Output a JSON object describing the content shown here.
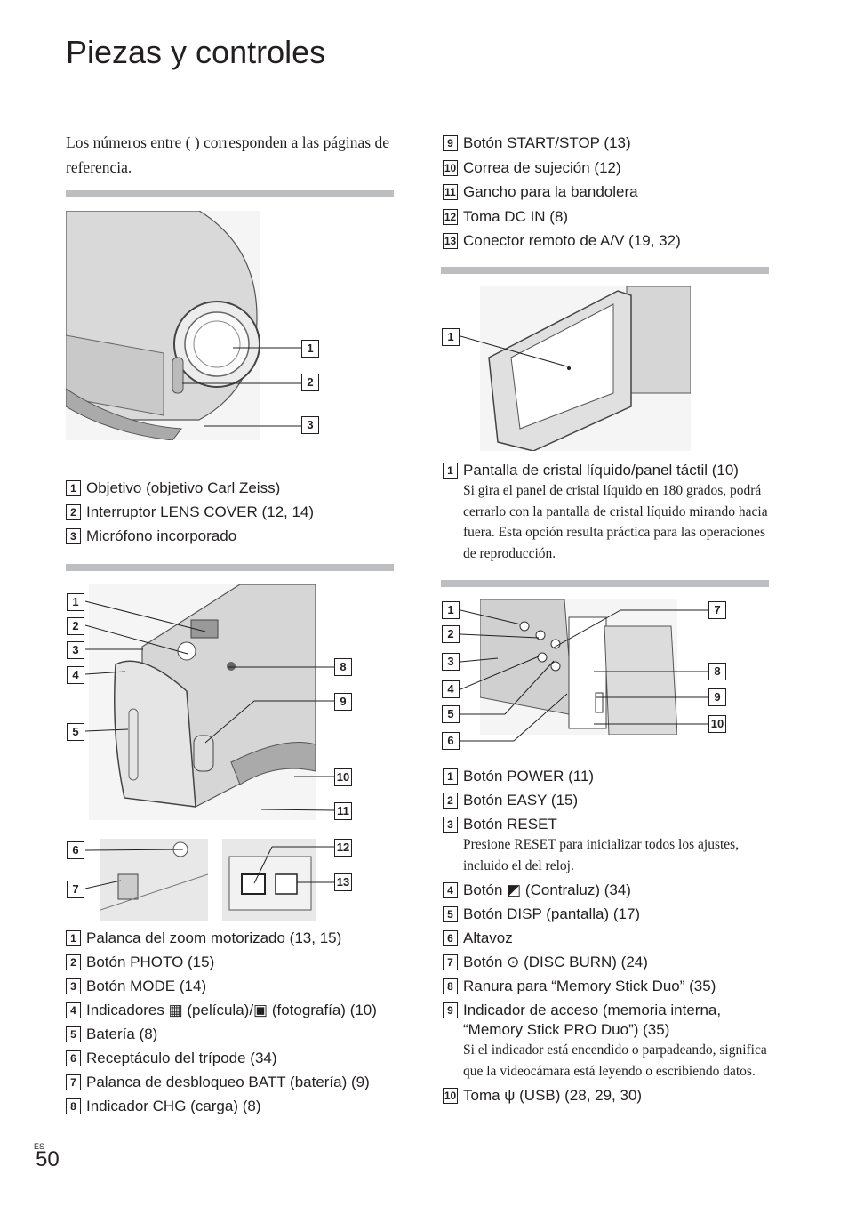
{
  "page": {
    "title": "Piezas y controles",
    "intro": "Los números entre ( ) corresponden a las páginas de referencia.",
    "lang": "ES",
    "number": "50"
  },
  "section1": {
    "items": [
      {
        "n": "1",
        "text": "Objetivo (objetivo Carl Zeiss)"
      },
      {
        "n": "2",
        "text": "Interruptor LENS COVER (12, 14)"
      },
      {
        "n": "3",
        "text": "Micrófono incorporado"
      }
    ]
  },
  "section2": {
    "items": [
      {
        "n": "1",
        "text": "Palanca del zoom motorizado (13, 15)"
      },
      {
        "n": "2",
        "text": "Botón PHOTO (15)"
      },
      {
        "n": "3",
        "text": "Botón MODE (14)"
      },
      {
        "n": "4",
        "text": "Indicadores ▦ (película)/▣ (fotografía) (10)"
      },
      {
        "n": "5",
        "text": "Batería (8)"
      },
      {
        "n": "6",
        "text": "Receptáculo del trípode (34)"
      },
      {
        "n": "7",
        "text": "Palanca de desbloqueo BATT (batería) (9)"
      },
      {
        "n": "8",
        "text": "Indicador CHG (carga) (8)"
      },
      {
        "n": "9",
        "text": "Botón START/STOP (13)"
      },
      {
        "n": "10",
        "text": "Correa de sujeción (12)"
      },
      {
        "n": "11",
        "text": "Gancho para la bandolera"
      },
      {
        "n": "12",
        "text": "Toma DC IN (8)"
      },
      {
        "n": "13",
        "text": "Conector remoto de A/V (19, 32)"
      }
    ]
  },
  "section3": {
    "items": [
      {
        "n": "1",
        "text": "Pantalla de cristal líquido/panel táctil (10)",
        "note": "Si gira el panel de cristal líquido en 180 grados, podrá cerrarlo con la pantalla de cristal líquido mirando hacia fuera. Esta opción resulta práctica para las operaciones de reproducción."
      }
    ]
  },
  "section4": {
    "items": [
      {
        "n": "1",
        "text": "Botón POWER (11)"
      },
      {
        "n": "2",
        "text": "Botón EASY (15)"
      },
      {
        "n": "3",
        "text": "Botón RESET",
        "note": "Presione RESET para inicializar todos los ajustes, incluido el del reloj."
      },
      {
        "n": "4",
        "text": "Botón ◩ (Contraluz) (34)"
      },
      {
        "n": "5",
        "text": "Botón DISP (pantalla) (17)"
      },
      {
        "n": "6",
        "text": "Altavoz"
      },
      {
        "n": "7",
        "text": "Botón ⊙ (DISC BURN) (24)"
      },
      {
        "n": "8",
        "text": "Ranura para “Memory Stick Duo” (35)"
      },
      {
        "n": "9",
        "text": "Indicador de acceso (memoria interna, “Memory Stick PRO Duo”) (35)",
        "note": "Si el indicador está encendido o parpadeando, significa que la videocámara está leyendo o escribiendo datos."
      },
      {
        "n": "10",
        "text": "Toma ψ (USB) (28, 29, 30)"
      }
    ]
  }
}
